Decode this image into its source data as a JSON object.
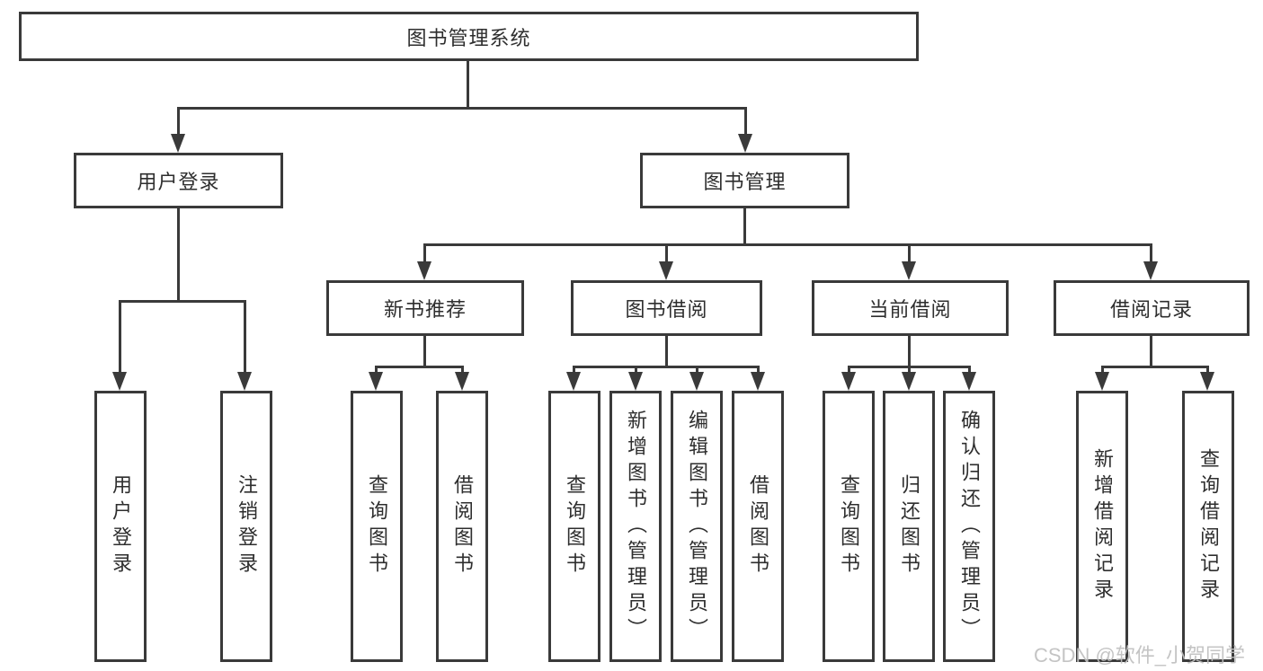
{
  "root": "图书管理系统",
  "level2": [
    "用户登录",
    "图书管理"
  ],
  "level3": [
    "新书推荐",
    "图书借阅",
    "当前借阅",
    "借阅记录"
  ],
  "leaves": {
    "userLogin": [
      "用户登录",
      "注销登录"
    ],
    "newBook": [
      "查询图书",
      "借阅图书"
    ],
    "bookBorrow": [
      "查询图书",
      "新增图书（管理员）",
      "编辑图书（管理员）",
      "借阅图书"
    ],
    "currentBorrow": [
      "查询图书",
      "归还图书",
      "确认归还（管理员）"
    ],
    "borrowRecords": [
      "新增借阅记录",
      "查询借阅记录"
    ]
  },
  "watermark": "CSDN @软件_小贺同学",
  "colors": {
    "line": "#3a3a3a",
    "text": "#2e2e2e",
    "background": "#ffffff",
    "watermark": "#bfbfbf"
  }
}
